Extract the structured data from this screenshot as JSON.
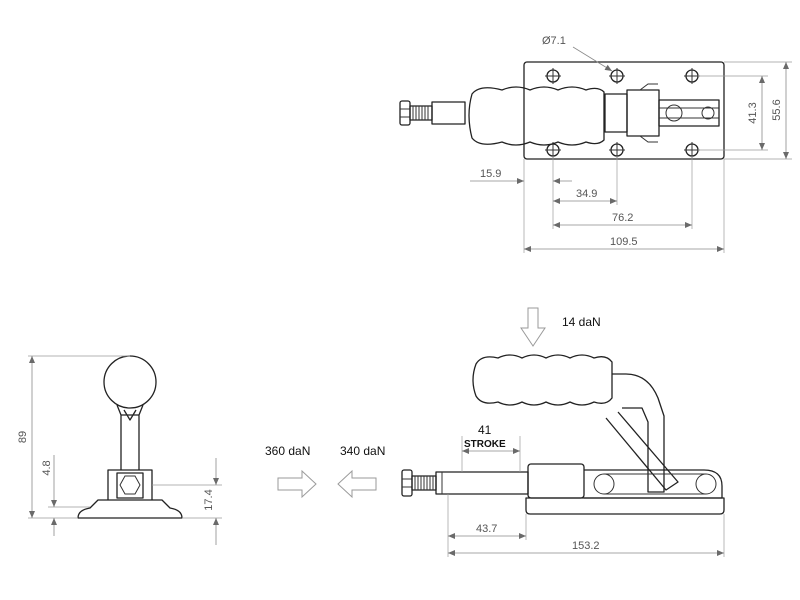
{
  "top_view": {
    "hole_diameter": "Ø7.1",
    "dim_height_inner": "41.3",
    "dim_height_outer": "55.6",
    "dim_offset": "15.9",
    "dim_pitch_1": "34.9",
    "dim_pitch_2": "76.2",
    "dim_length": "109.5"
  },
  "front_view": {
    "dim_height_total": "89",
    "dim_base_thickness": "4.8",
    "dim_pivot_height": "17.4"
  },
  "side_view": {
    "force_push": "14 daN",
    "stroke_value": "41",
    "stroke_label": "STROKE",
    "dim_plunger": "43.7",
    "dim_overall": "153.2"
  },
  "forces": {
    "holding_left": "360 daN",
    "holding_right": "340 daN"
  },
  "colors": {
    "line": "#222222",
    "dimension": "#8a8a8a",
    "text": "#555555"
  }
}
